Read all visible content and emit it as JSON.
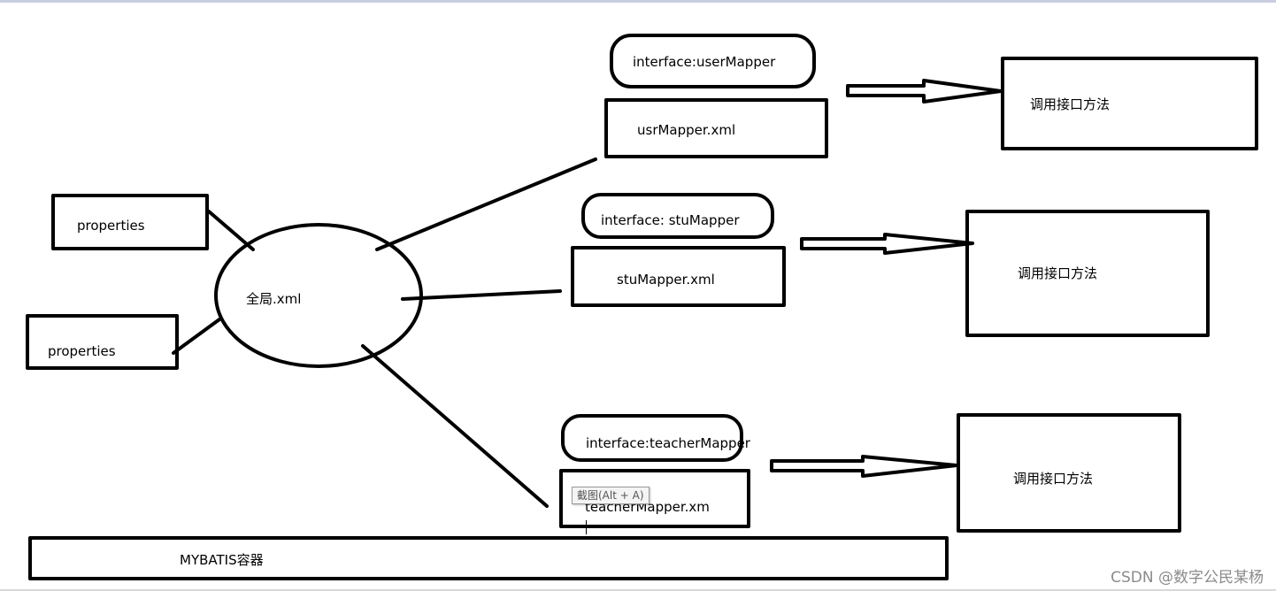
{
  "properties_top": "properties",
  "properties_bottom": "properties",
  "global_xml": "全局.xml",
  "user_interface": "interface:userMapper",
  "user_xml": "usrMapper.xml",
  "stu_interface": "interface: stuMapper",
  "stu_xml": "stuMapper.xml",
  "teacher_interface": "interface:teacherMapper",
  "teacher_xml": "teacherMapper.xm",
  "call_method_1": "调用接口方法",
  "call_method_2": "调用接口方法",
  "call_method_3": "调用接口方法",
  "container": "MYBATIS容器",
  "tooltip": "截图(Alt + A)",
  "watermark": "CSDN @数字公民某杨",
  "colors": {
    "stroke": "#000000",
    "background": "#ffffff",
    "watermark": "#8a8a8a"
  }
}
